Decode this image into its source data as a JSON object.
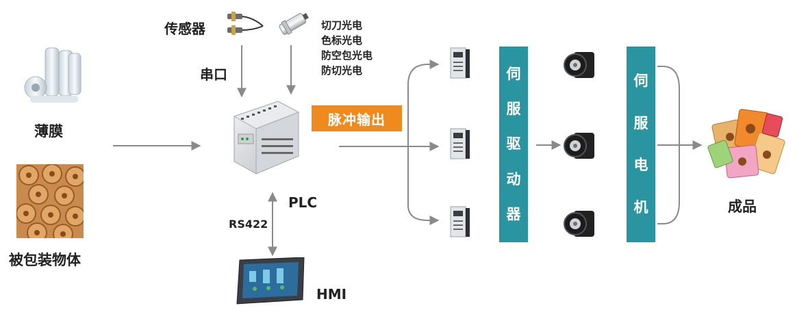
{
  "film": {
    "label": "薄膜",
    "icon": "film-roll-icon"
  },
  "packaged_object": {
    "label": "被包装物体",
    "icon": "cookies-icon"
  },
  "sensor": {
    "label": "传感器",
    "icon": "proximity-sensor-icon"
  },
  "serial": {
    "label": "串口"
  },
  "photo_sensor": {
    "icon": "photoelectric-sensor-icon",
    "items": [
      "切刀光电",
      "色标光电",
      "防空包光电",
      "防切光电"
    ]
  },
  "plc": {
    "label": "PLC",
    "icon": "plc-icon"
  },
  "pulse_output": {
    "label": "脉冲输出"
  },
  "rs422": {
    "label": "RS422"
  },
  "hmi": {
    "label": "HMI",
    "icon": "hmi-touchscreen-icon"
  },
  "servo_driver": {
    "chars": [
      "伺",
      "服",
      "驱",
      "动",
      "器"
    ]
  },
  "servo_motor": {
    "chars": [
      "伺",
      "服",
      "电",
      "机"
    ]
  },
  "product": {
    "label": "成品",
    "icon": "packaged-product-icon"
  },
  "colors": {
    "accent_orange": "#ef8a1e",
    "accent_teal": "#2a95a1",
    "arrow": "#8a8a8a"
  }
}
